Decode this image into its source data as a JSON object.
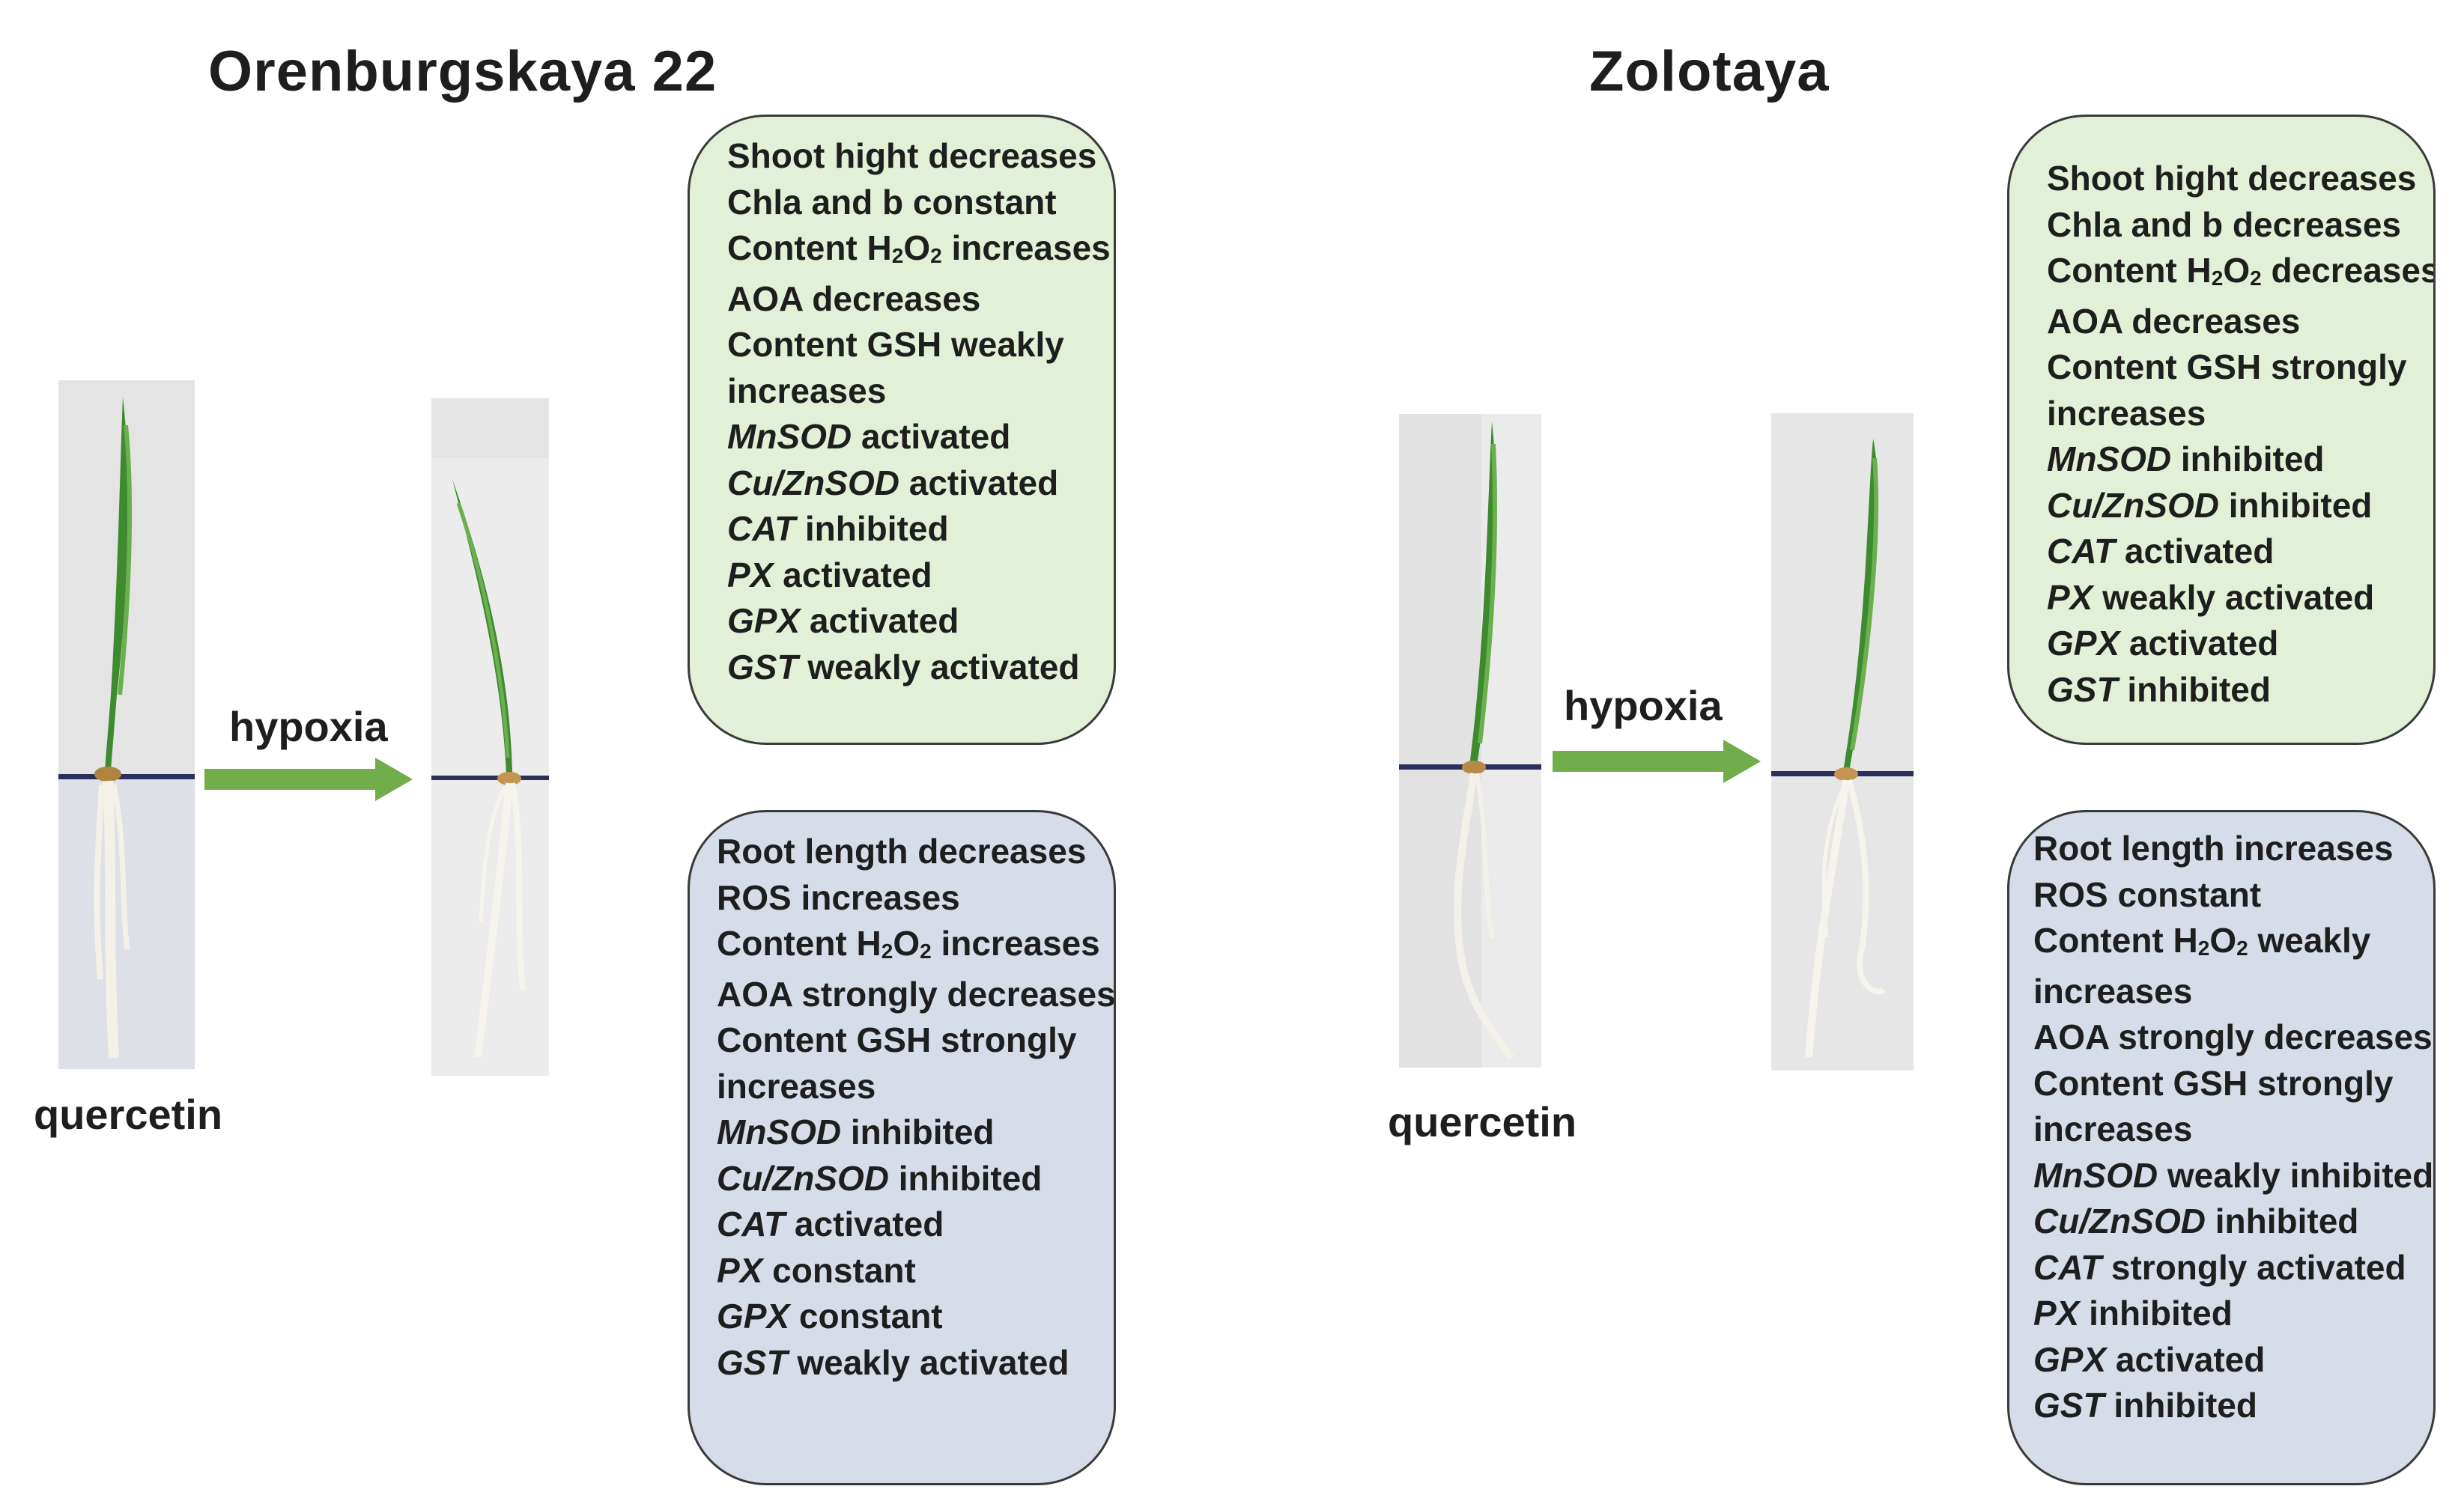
{
  "colors": {
    "shoot_box": "#e3f0d8",
    "root_box": "#d6dde8",
    "arrow": "#72ad4c",
    "leaf": "#3e8a2f",
    "root_line": "#2a2f5c",
    "photo_bg": "#e4e4e4"
  },
  "left": {
    "title": "Orenburgskaya 22",
    "treatment_label": "quercetin",
    "arrow_label": "hypoxia",
    "shoot_lines": [
      {
        "parts": [
          {
            "text": "Shoot hight decreases"
          }
        ]
      },
      {
        "parts": [
          {
            "text": "Chla and b constant"
          }
        ]
      },
      {
        "parts": [
          {
            "text": "Content H"
          },
          {
            "text": "2",
            "sub": true
          },
          {
            "text": "O"
          },
          {
            "text": "2",
            "sub": true
          },
          {
            "text": " increases"
          }
        ]
      },
      {
        "parts": [
          {
            "text": "AOA decreases"
          }
        ]
      },
      {
        "parts": [
          {
            "text": "Content GSH weakly"
          }
        ]
      },
      {
        "parts": [
          {
            "text": "increases"
          }
        ]
      },
      {
        "parts": [
          {
            "text": "MnSOD",
            "italic": true
          },
          {
            "text": " activated"
          }
        ]
      },
      {
        "parts": [
          {
            "text": "Cu/ZnSOD",
            "italic": true
          },
          {
            "text": " activated"
          }
        ]
      },
      {
        "parts": [
          {
            "text": "CAT",
            "italic": true
          },
          {
            "text": " inhibited"
          }
        ]
      },
      {
        "parts": [
          {
            "text": "PX",
            "italic": true
          },
          {
            "text": " activated"
          }
        ]
      },
      {
        "parts": [
          {
            "text": "GPX",
            "italic": true
          },
          {
            "text": " activated"
          }
        ]
      },
      {
        "parts": [
          {
            "text": "GST",
            "italic": true
          },
          {
            "text": " weakly activated"
          }
        ]
      }
    ],
    "root_lines": [
      {
        "parts": [
          {
            "text": "Root length decreases"
          }
        ]
      },
      {
        "parts": [
          {
            "text": "ROS increases"
          }
        ]
      },
      {
        "parts": [
          {
            "text": "Content H"
          },
          {
            "text": "2",
            "sub": true
          },
          {
            "text": "O"
          },
          {
            "text": "2",
            "sub": true
          },
          {
            "text": " increases"
          }
        ]
      },
      {
        "parts": [
          {
            "text": "AOA strongly decreases"
          }
        ]
      },
      {
        "parts": [
          {
            "text": "Content GSH strongly"
          }
        ]
      },
      {
        "parts": [
          {
            "text": "increases"
          }
        ]
      },
      {
        "parts": [
          {
            "text": "MnSOD",
            "italic": true
          },
          {
            "text": " inhibited"
          }
        ]
      },
      {
        "parts": [
          {
            "text": "Cu/ZnSOD",
            "italic": true
          },
          {
            "text": " inhibited"
          }
        ]
      },
      {
        "parts": [
          {
            "text": "CAT",
            "italic": true
          },
          {
            "text": " activated"
          }
        ]
      },
      {
        "parts": [
          {
            "text": "PX",
            "italic": true
          },
          {
            "text": " constant"
          }
        ]
      },
      {
        "parts": [
          {
            "text": "GPX",
            "italic": true
          },
          {
            "text": " constant"
          }
        ]
      },
      {
        "parts": [
          {
            "text": "GST",
            "italic": true
          },
          {
            "text": " weakly activated"
          }
        ]
      }
    ]
  },
  "right": {
    "title": "Zolotaya",
    "treatment_label": "quercetin",
    "arrow_label": "hypoxia",
    "shoot_lines": [
      {
        "parts": [
          {
            "text": "Shoot hight decreases"
          }
        ]
      },
      {
        "parts": [
          {
            "text": "Chla and b decreases"
          }
        ]
      },
      {
        "parts": [
          {
            "text": "Content H"
          },
          {
            "text": "2",
            "sub": true
          },
          {
            "text": "O"
          },
          {
            "text": "2",
            "sub": true
          },
          {
            "text": " decreases"
          }
        ]
      },
      {
        "parts": [
          {
            "text": "AOA decreases"
          }
        ]
      },
      {
        "parts": [
          {
            "text": "Content GSH strongly"
          }
        ]
      },
      {
        "parts": [
          {
            "text": "increases"
          }
        ]
      },
      {
        "parts": [
          {
            "text": "MnSOD",
            "italic": true
          },
          {
            "text": " inhibited"
          }
        ]
      },
      {
        "parts": [
          {
            "text": "Cu/ZnSOD",
            "italic": true
          },
          {
            "text": " inhibited"
          }
        ]
      },
      {
        "parts": [
          {
            "text": "CAT",
            "italic": true
          },
          {
            "text": " activated"
          }
        ]
      },
      {
        "parts": [
          {
            "text": "PX",
            "italic": true
          },
          {
            "text": " weakly activated"
          }
        ]
      },
      {
        "parts": [
          {
            "text": "GPX",
            "italic": true
          },
          {
            "text": " activated"
          }
        ]
      },
      {
        "parts": [
          {
            "text": "GST",
            "italic": true
          },
          {
            "text": " inhibited"
          }
        ]
      }
    ],
    "root_lines": [
      {
        "parts": [
          {
            "text": "Root length increases"
          }
        ]
      },
      {
        "parts": [
          {
            "text": "ROS constant"
          }
        ]
      },
      {
        "parts": [
          {
            "text": "Content H"
          },
          {
            "text": "2",
            "sub": true
          },
          {
            "text": "O"
          },
          {
            "text": "2",
            "sub": true
          },
          {
            "text": " weakly"
          }
        ]
      },
      {
        "parts": [
          {
            "text": "increases"
          }
        ]
      },
      {
        "parts": [
          {
            "text": "AOA strongly decreases"
          }
        ]
      },
      {
        "parts": [
          {
            "text": "Content GSH strongly"
          }
        ]
      },
      {
        "parts": [
          {
            "text": "increases"
          }
        ]
      },
      {
        "parts": [
          {
            "text": "MnSOD",
            "italic": true
          },
          {
            "text": " weakly inhibited"
          }
        ]
      },
      {
        "parts": [
          {
            "text": "Cu/ZnSOD",
            "italic": true
          },
          {
            "text": " inhibited"
          }
        ]
      },
      {
        "parts": [
          {
            "text": "CAT",
            "italic": true
          },
          {
            "text": " strongly activated"
          }
        ]
      },
      {
        "parts": [
          {
            "text": "PX",
            "italic": true
          },
          {
            "text": " inhibited"
          }
        ]
      },
      {
        "parts": [
          {
            "text": "GPX",
            "italic": true
          },
          {
            "text": " activated"
          }
        ]
      },
      {
        "parts": [
          {
            "text": "GST",
            "italic": true
          },
          {
            "text": " inhibited"
          }
        ]
      }
    ]
  }
}
